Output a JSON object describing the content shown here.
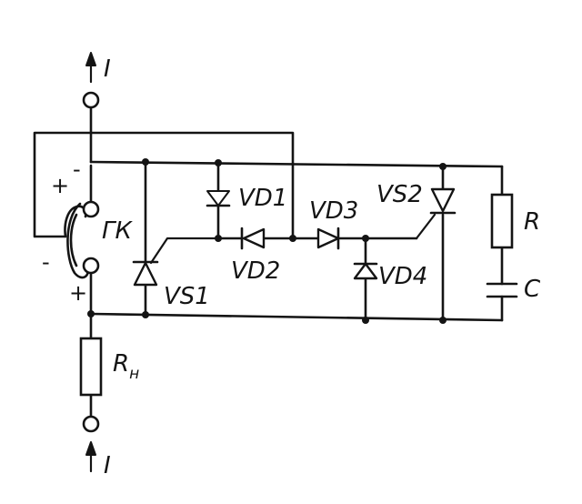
{
  "labels": {
    "current_top": "I",
    "current_bottom": "I",
    "reed_switch": "ГК",
    "vd1": "VD1",
    "vd2": "VD2",
    "vd3": "VD3",
    "vd4": "VD4",
    "vs1": "VS1",
    "vs2": "VS2",
    "resistor_r": "R",
    "capacitor_c": "C",
    "load_resistor_main": "R",
    "load_resistor_sub": "н"
  },
  "polarity": {
    "coil_top_left": "+",
    "coil_top_right": "-",
    "coil_bottom_left": "-",
    "coil_bottom_right": "+"
  }
}
